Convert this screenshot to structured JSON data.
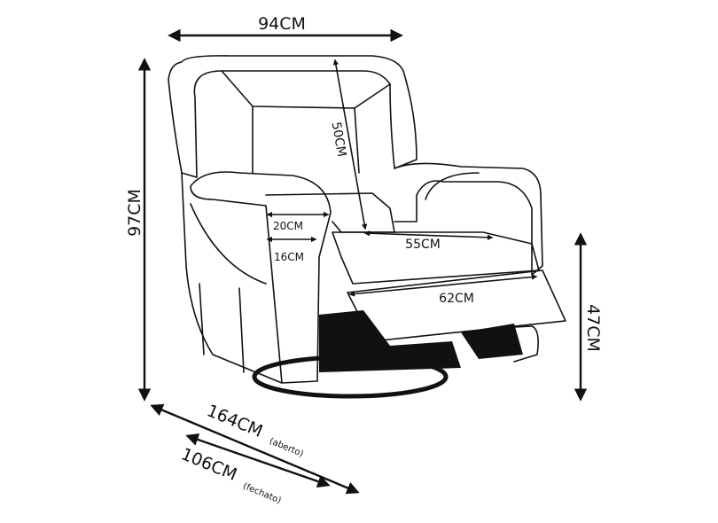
{
  "title": "Recliner chair dimensions",
  "dimensions": {
    "width": "94CM",
    "height": "97CM",
    "backrest": "50CM",
    "arm_width": "20CM",
    "arm_inner": "16CM",
    "seat_width": "55CM",
    "footrest_width": "62CM",
    "seat_height": "47CM",
    "depth_open": "164CM",
    "depth_open_note": "(aberto)",
    "depth_closed": "106CM",
    "depth_closed_note": "(fechato)"
  }
}
